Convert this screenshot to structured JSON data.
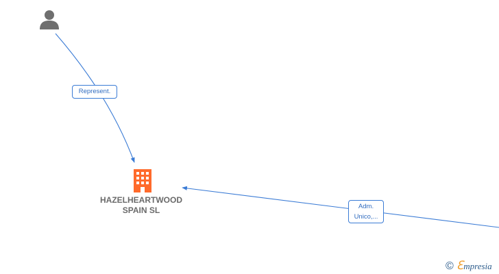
{
  "nodes": {
    "company": {
      "name": "HAZELHEARTWOOD\nSPAIN  SL",
      "icon": "building-icon",
      "color": "#ff6a2b"
    },
    "person": {
      "icon": "person-icon",
      "color": "#6f6f6f"
    }
  },
  "edges": [
    {
      "label": "Represent.",
      "color": "#3a7bd5"
    },
    {
      "label": "Adm.\nUnico,...",
      "color": "#3a7bd5"
    }
  ],
  "watermark": {
    "copyright": "©",
    "e_mark": "ℇ",
    "brand": "mpresia"
  }
}
